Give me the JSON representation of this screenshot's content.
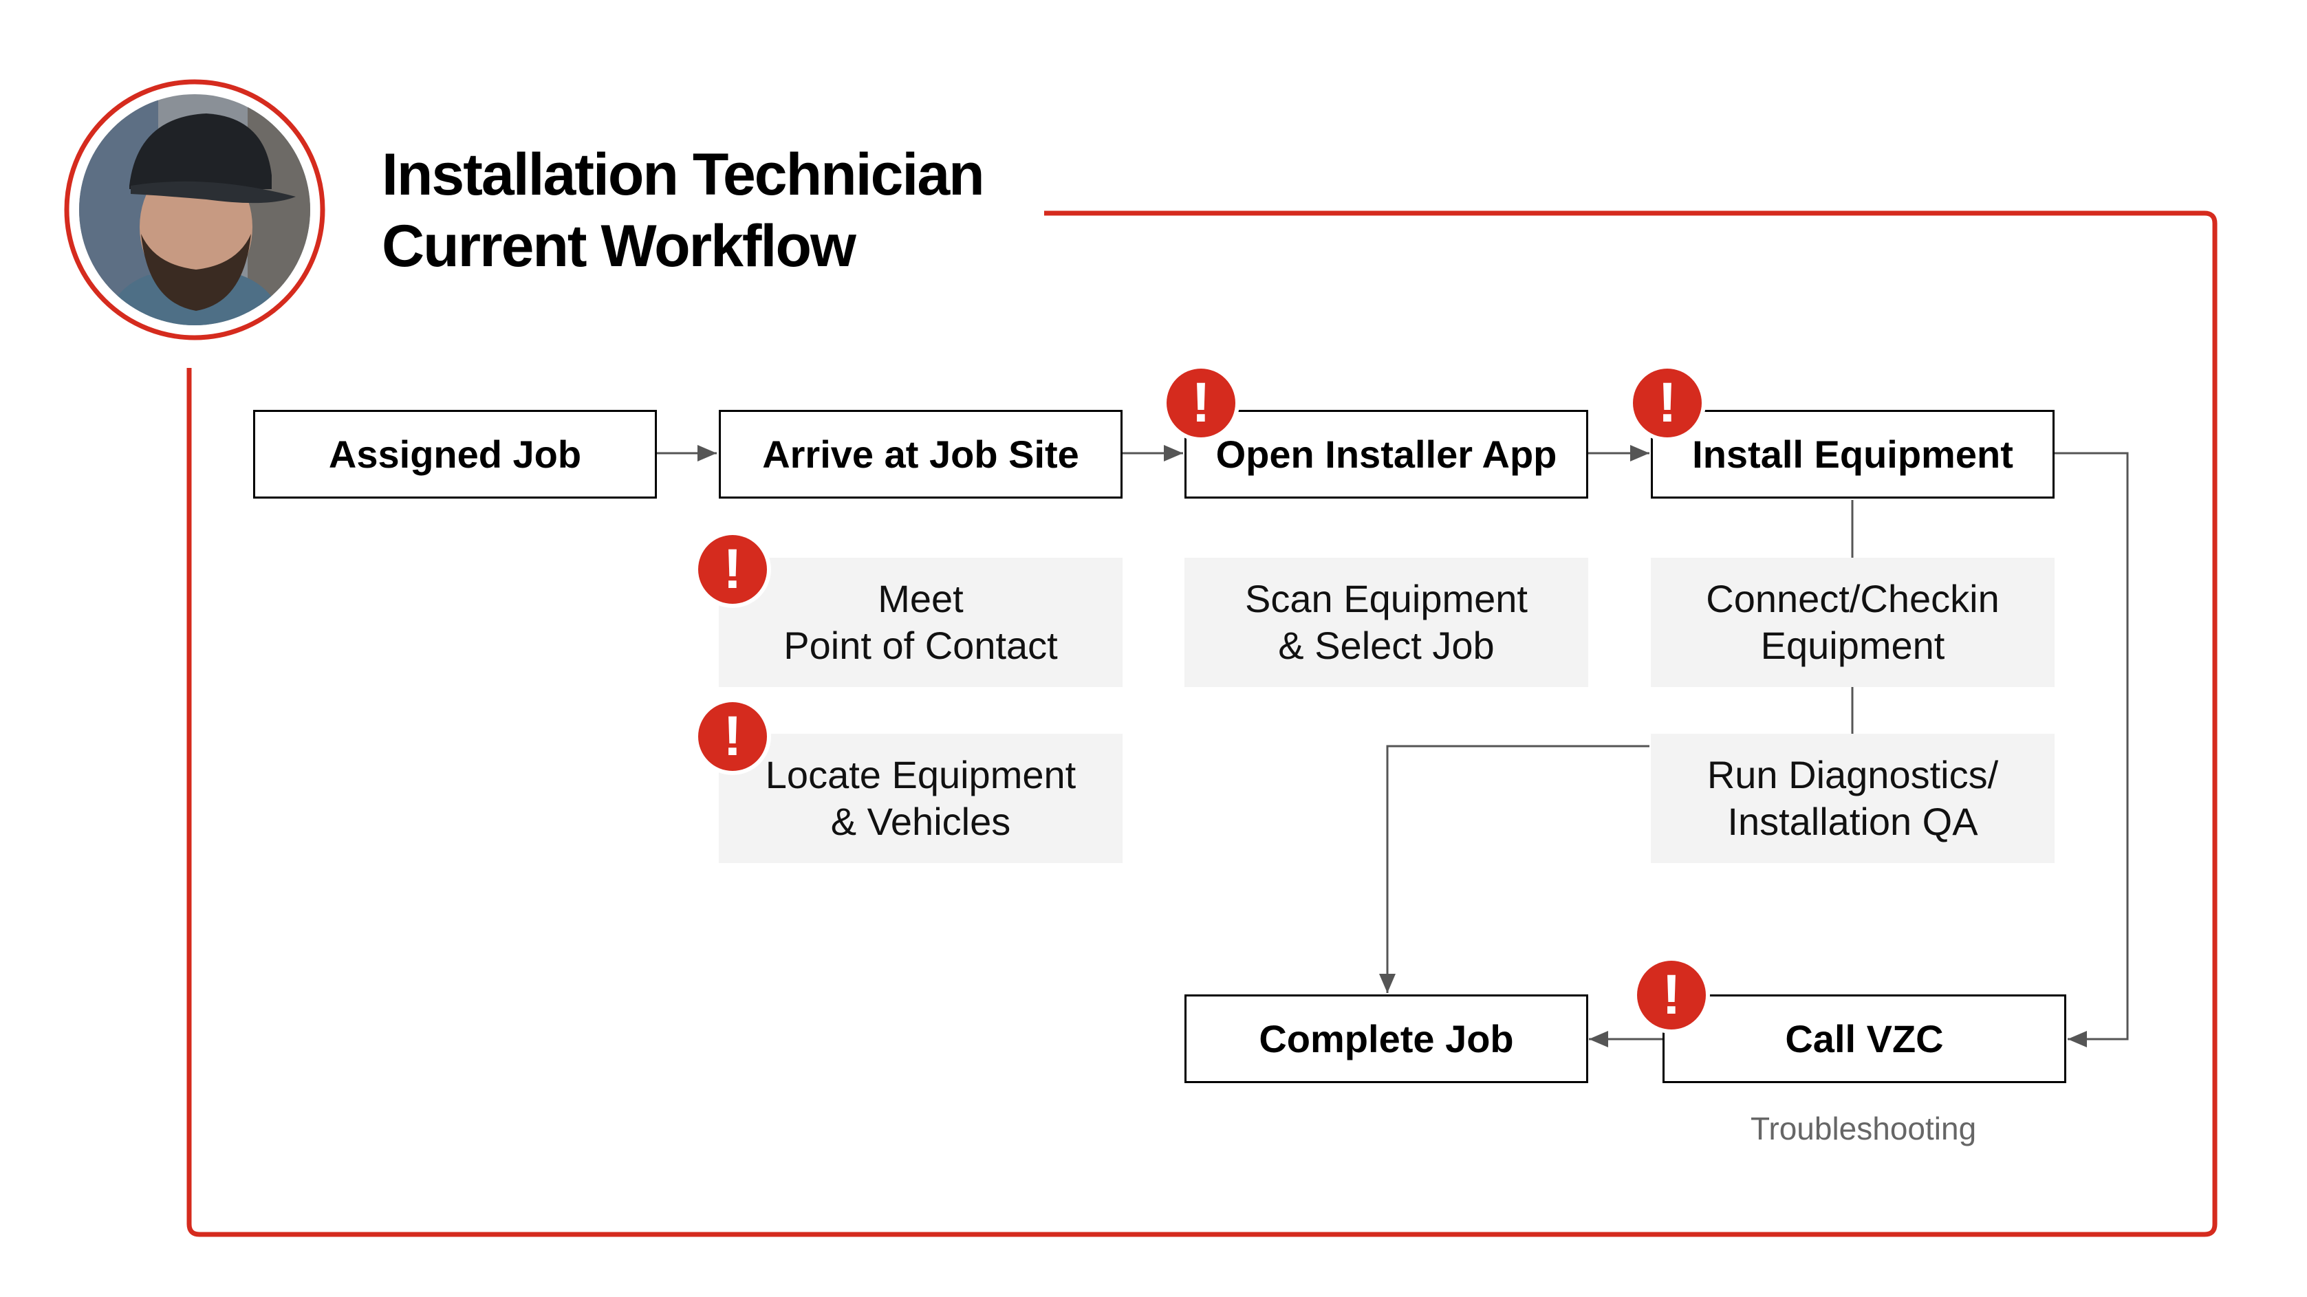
{
  "title": {
    "line1": "Installation Technician",
    "line2": "Current Workflow"
  },
  "avatar": {
    "ring_color": "#d52b1e"
  },
  "colors": {
    "accent": "#d52b1e",
    "alert": "#d52b1e",
    "substep_fill": "#f3f3f3",
    "connector": "#555555",
    "box_border": "#000000"
  },
  "alert_icon": {
    "glyph": "!",
    "icon": "exclamation-icon"
  },
  "steps": [
    {
      "id": "assigned",
      "label": "Assigned Job",
      "alert": false
    },
    {
      "id": "arrive",
      "label": "Arrive at Job Site",
      "alert": false
    },
    {
      "id": "open-app",
      "label": "Open Installer App",
      "alert": true
    },
    {
      "id": "install",
      "label": "Install Equipment",
      "alert": true
    },
    {
      "id": "call-vzc",
      "label": "Call VZC",
      "alert": true
    },
    {
      "id": "complete",
      "label": "Complete Job",
      "alert": false
    }
  ],
  "substeps": [
    {
      "id": "meet-poc",
      "lines": [
        "Meet",
        "Point of Contact"
      ],
      "alert": true
    },
    {
      "id": "locate",
      "lines": [
        "Locate Equipment",
        "& Vehicles"
      ],
      "alert": true
    },
    {
      "id": "scan",
      "lines": [
        "Scan Equipment",
        "& Select Job"
      ],
      "alert": false
    },
    {
      "id": "connect",
      "lines": [
        "Connect/Checkin",
        "Equipment"
      ],
      "alert": false
    },
    {
      "id": "diagnostics",
      "lines": [
        "Run Diagnostics/",
        "Installation QA"
      ],
      "alert": false
    }
  ],
  "call_vzc_note": "Troubleshooting"
}
